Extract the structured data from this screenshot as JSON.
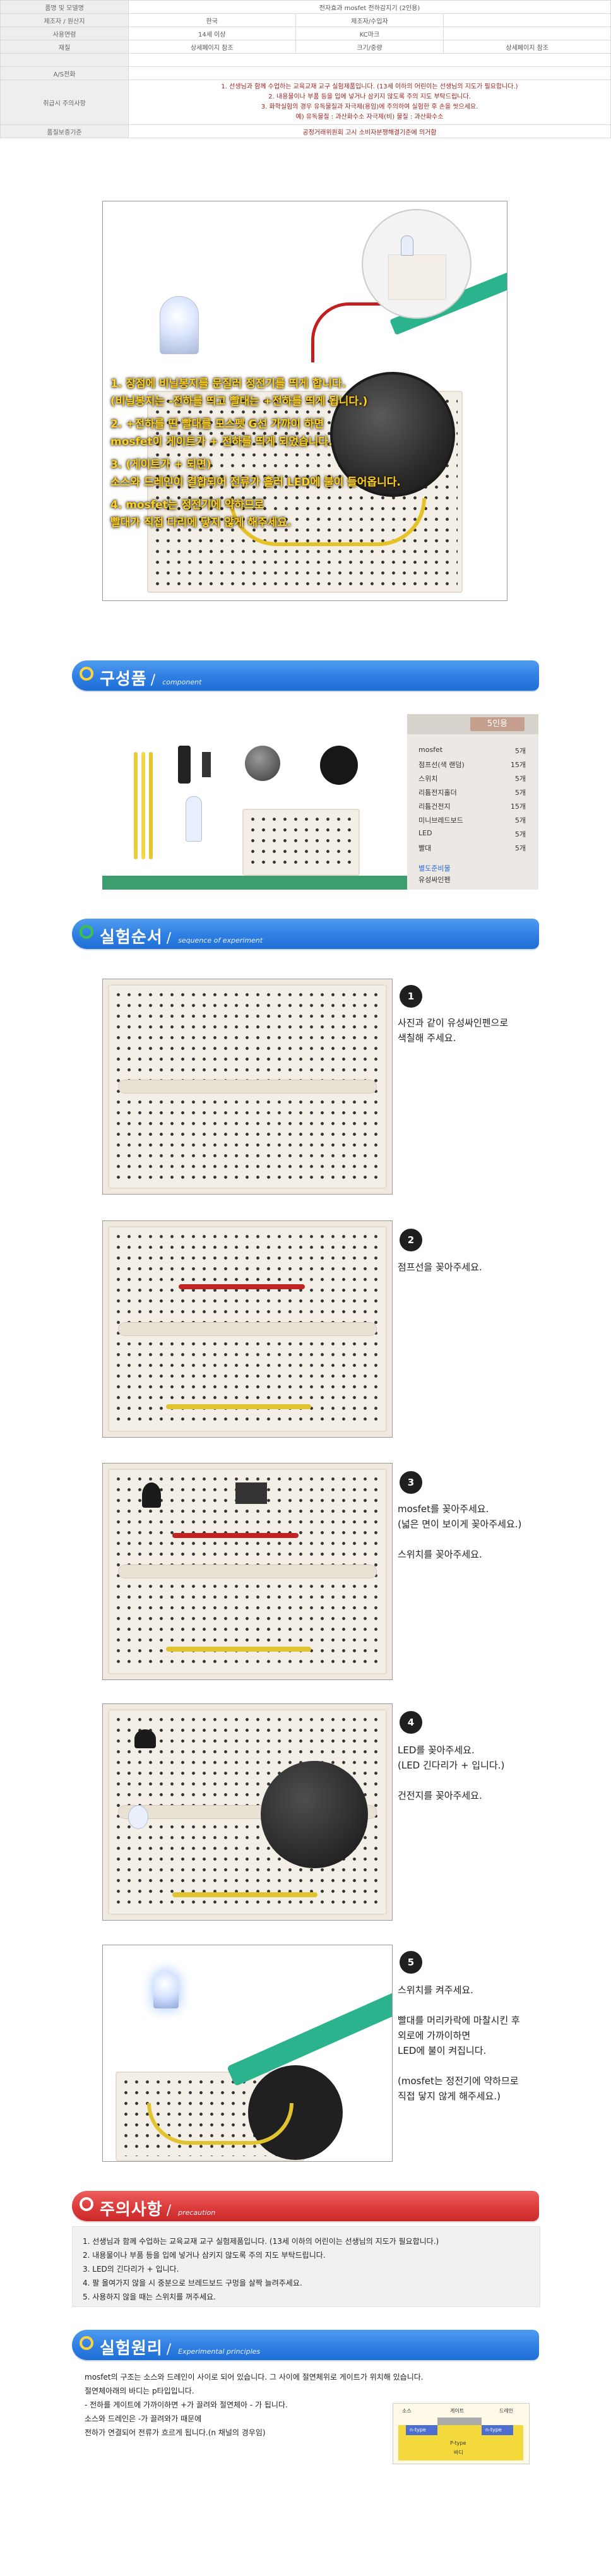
{
  "info_table": {
    "rows": [
      [
        "품명 및 모델명",
        "전자효과 mosfet 전하감지기 (2인용)"
      ],
      [
        "제조자 / 원산지",
        "한국",
        "제조자/수입자",
        ""
      ],
      [
        "사용연령",
        "14세 이상",
        "KC마크",
        ""
      ],
      [
        "재질",
        "상세페이지 참조",
        "크기/중량",
        "상세페이지 참조"
      ],
      [
        "",
        ""
      ],
      [
        "A/S전화",
        ""
      ]
    ],
    "caution_label": "취급시 주의사항",
    "caution_lines": [
      "1. 선생님과 함께 수업하는 교육교재 교구 실험제품입니다. (13세 이하의 어린이는 선생님의 지도가 필요합니다.)",
      "2. 내용물이나 부품 등을 입에 넣거나 삼키지 않도록 주의 지도 부탁드립니다.",
      "3. 화학실험의 경우 유독물질과 자극제(용임)에 주의하여 실험한 후 손을 씻으세요.",
      "예) 유독물질 : 과산화수소     자극제(비) 물질 : 과산화수소"
    ],
    "quality_label": "품질보증기준",
    "quality_value": "공정거래위원회 고시 소비자분쟁해결기준에 의거함"
  },
  "main_photo": {
    "overlay_lines": [
      "1. 장점에 비닐봉지를 문질러 정전기를 띄게 합니다.",
      "   (비닐봉지는 -전하를 띄고 빨대는 +전하를 띄게 됩니다.)",
      "2. +전하를 띤 빨대를 모스펫 G선 가까이 하면",
      "   mosfet이 게이트가 + 전하를 띄게 되었습니다.",
      "3. (게이트가 + 되면)",
      "   소스와 드레인이 결합되어 전류가 흘러 LED에 불이 들어옵니다.",
      "4. mosfet는 정전기에 약하므로",
      "   빨대가 직접 다리에 닿지 않게 해주세요."
    ]
  },
  "sections": {
    "components": {
      "title": "구성품",
      "sub": "component"
    },
    "steps": {
      "title": "실험순서",
      "sub": "sequence of experiment"
    },
    "caution": {
      "title": "주의사항",
      "sub": "precaution"
    },
    "principle": {
      "title": "실험원리",
      "sub": "Experimental principles"
    }
  },
  "parts": {
    "badge": "5인용",
    "items": [
      {
        "name": "mosfet",
        "qty": "5개"
      },
      {
        "name": "점프선(색 랜덤)",
        "qty": "15개"
      },
      {
        "name": "스위치",
        "qty": "5개"
      },
      {
        "name": "리튬전지홀더",
        "qty": "5개"
      },
      {
        "name": "리튬건전지",
        "qty": "15개"
      },
      {
        "name": "미니브레드보드",
        "qty": "5개"
      },
      {
        "name": "LED",
        "qty": "5개"
      },
      {
        "name": "빨대",
        "qty": "5개"
      }
    ],
    "extra_title": "별도준비물",
    "extra_value": "유성싸인펜"
  },
  "steps": [
    {
      "num": "1",
      "text": "사진과 같이 유성싸인펜으로\n색칠해 주세요."
    },
    {
      "num": "2",
      "text": "점프선을 꽂아주세요."
    },
    {
      "num": "3",
      "text": "mosfet를 꽂아주세요.\n(넓은 면이 보이게 꽂아주세요.)\n\n스위치를 꽂아주세요."
    },
    {
      "num": "4",
      "text": "LED를 꽂아주세요.\n(LED 긴다리가 + 입니다.)\n\n건전지를 꽂아주세요."
    },
    {
      "num": "5",
      "text": "스위치를 켜주세요.\n\n빨대를 머리카락에 마찰시킨 후\n외로에 가까이하면\nLED에 불이 켜집니다.\n\n(mosfet는 정전기에 약하므로\n직접 닿지 않게 해주세요.)"
    }
  ],
  "caution_lines": [
    "1. 선생님과 함께 수업하는 교육교재 교구 실험제품입니다. (13세 이하의 어린이는 선생님의 지도가 필요합니다.)",
    "2. 내용물이나 부품 등을 입에 넣거나 삼키지 않도록 주의 지도 부탁드립니다.",
    "3. LED의 긴다리가 + 입니다.",
    "4. 팔 올여가지 않을 시 중분으로 브레드보드 구멍을 살짝 늘려주세요.",
    "5. 사용하지 않을 때는 스위치를 꺼주세요."
  ],
  "principle_lines": [
    "mosfet의 구조는 소스와 드레인이 사이로 되어 있습니다. 그 사이에 절연체위로 게이트가 위치해 있습니다.",
    "절연체아래의 바디는 p타입입니다.",
    "- 전하를 게이트에 가까이하면 +가 끌려와 절연체아 - 가 됩니다.",
    "소스와 드레인은 -가 끌려와가 때문에",
    "전하가 연결되어 전류가 흐르게 됩니다.(n 채널의 경우임)"
  ],
  "diagram_labels": [
    "소스",
    "게이트",
    "드레인",
    "n-type",
    "n-type",
    "P-type",
    "바디"
  ],
  "colors": {
    "blue_bar": "#2f7fe3",
    "red_bar": "#dc3b3b",
    "yellow_ring": "#ffd43b",
    "green_ring": "#3ec246"
  }
}
